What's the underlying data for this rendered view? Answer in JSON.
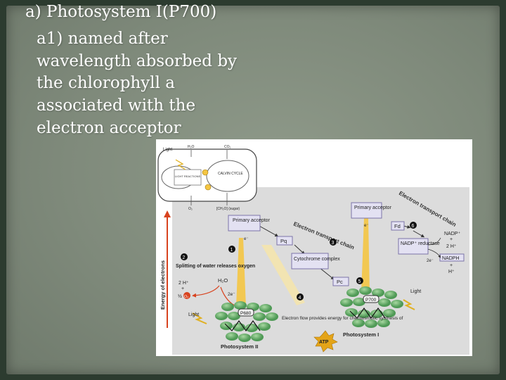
{
  "slide": {
    "heading": "a) Photosystem I(P700)",
    "lines": [
      "a1) named after",
      "wavelength absorbed by",
      "the chlorophyll a",
      "associated with the",
      "electron acceptor"
    ]
  },
  "figure": {
    "chloroplast": {
      "light": "Light",
      "h2o": "H₂O",
      "co2": "CO₂",
      "light_reactions": "LIGHT REACTIONS",
      "calvin": "CALVIN CYCLE",
      "o2": "O₂",
      "sugar": "[CH₂O] (sugar)"
    },
    "labels": {
      "energy_axis": "Energy of electrons",
      "etc_top": "Electron transport chain",
      "etc_middle": "Electron transport chain",
      "primary_acceptor_1": "Primary acceptor",
      "primary_acceptor_2": "Primary acceptor",
      "pq": "Pq",
      "cytochrome": "Cytochrome complex",
      "pc": "Pc",
      "fd": "Fd",
      "nadp_plus": "NADP⁺",
      "plus": "+",
      "two_h": "2 H⁺",
      "nadph": "NADPH",
      "h_plus": "H⁺",
      "nadp_reductase": "NADP⁺ reductase",
      "splitting": "Splitting of water releases oxygen",
      "two_h_plus": "2 H⁺",
      "half_o2": "½",
      "o2": "O₂",
      "h2o": "H₂O",
      "two_e_left": "2e⁻",
      "two_e_right": "2e⁻",
      "e_small": "e⁻",
      "light_left": "Light",
      "light_right": "Light",
      "p680": "P680",
      "p700": "P700",
      "electron_flow": "Electron flow provides energy for chemiosmotic synthesis of",
      "atp": "ATP",
      "ps2": "Photosystem II",
      "ps1": "Photosystem I",
      "n1": "1",
      "n2": "2",
      "n3": "3",
      "n4": "4",
      "n5": "5",
      "n6": "6"
    },
    "colors": {
      "box_fill": "#e3e1f2",
      "box_stroke": "#7b74a8",
      "antenna": "#5ea266",
      "arrow_red": "#d8431f",
      "arrow_yellow": "#f4c542",
      "atp_gold": "#e4a418"
    }
  }
}
